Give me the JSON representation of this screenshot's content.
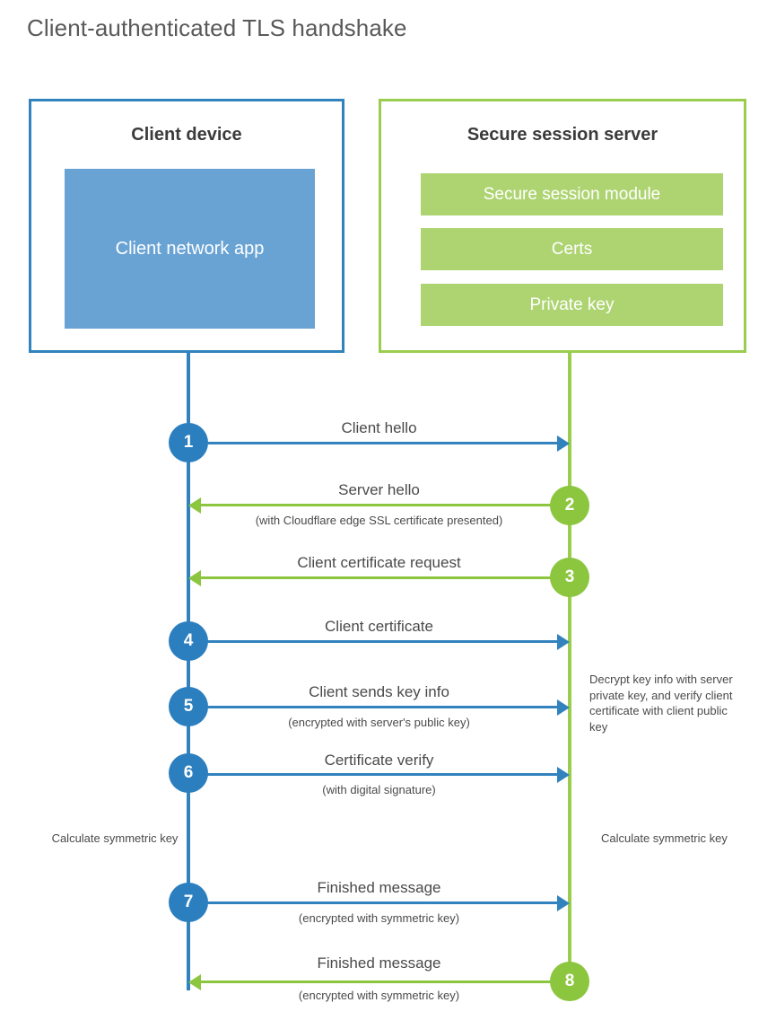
{
  "title": "Client-authenticated TLS handshake",
  "colors": {
    "client_accent": "#3182bd",
    "client_fill": "#69a3d4",
    "server_accent": "#9acd4e",
    "server_fill": "#aed472",
    "badge_blue": "#2c7fbf",
    "badge_green": "#8cc63f",
    "text": "#4a4a4a",
    "title_text": "#595959"
  },
  "client": {
    "title": "Client device",
    "app_label": "Client network app"
  },
  "server": {
    "title": "Secure session server",
    "modules": [
      {
        "label": "Secure session module"
      },
      {
        "label": "Certs"
      },
      {
        "label": "Private key"
      }
    ]
  },
  "steps": [
    {
      "number": "1",
      "label": "Client hello",
      "sublabel": "",
      "direction": "client-to-server",
      "origin": "client"
    },
    {
      "number": "2",
      "label": "Server hello",
      "sublabel": "(with Cloudflare edge SSL certificate presented)",
      "direction": "server-to-client",
      "origin": "server"
    },
    {
      "number": "3",
      "label": "Client certificate request",
      "sublabel": "",
      "direction": "server-to-client",
      "origin": "server"
    },
    {
      "number": "4",
      "label": "Client certificate",
      "sublabel": "",
      "direction": "client-to-server",
      "origin": "client"
    },
    {
      "number": "5",
      "label": "Client sends key info",
      "sublabel": "(encrypted with server's public key)",
      "direction": "client-to-server",
      "origin": "client"
    },
    {
      "number": "6",
      "label": "Certificate verify",
      "sublabel": "(with digital signature)",
      "direction": "client-to-server",
      "origin": "client"
    },
    {
      "number": "7",
      "label": "Finished message",
      "sublabel": "(encrypted with symmetric key)",
      "direction": "client-to-server",
      "origin": "client"
    },
    {
      "number": "8",
      "label": "Finished message",
      "sublabel": "(encrypted with symmetric key)",
      "direction": "server-to-client",
      "origin": "server"
    }
  ],
  "notes": {
    "server_decrypt": "Decrypt key info with server private key, and verify client certificate with client public key",
    "client_calculate": "Calculate symmetric key",
    "server_calculate": "Calculate symmetric key"
  }
}
